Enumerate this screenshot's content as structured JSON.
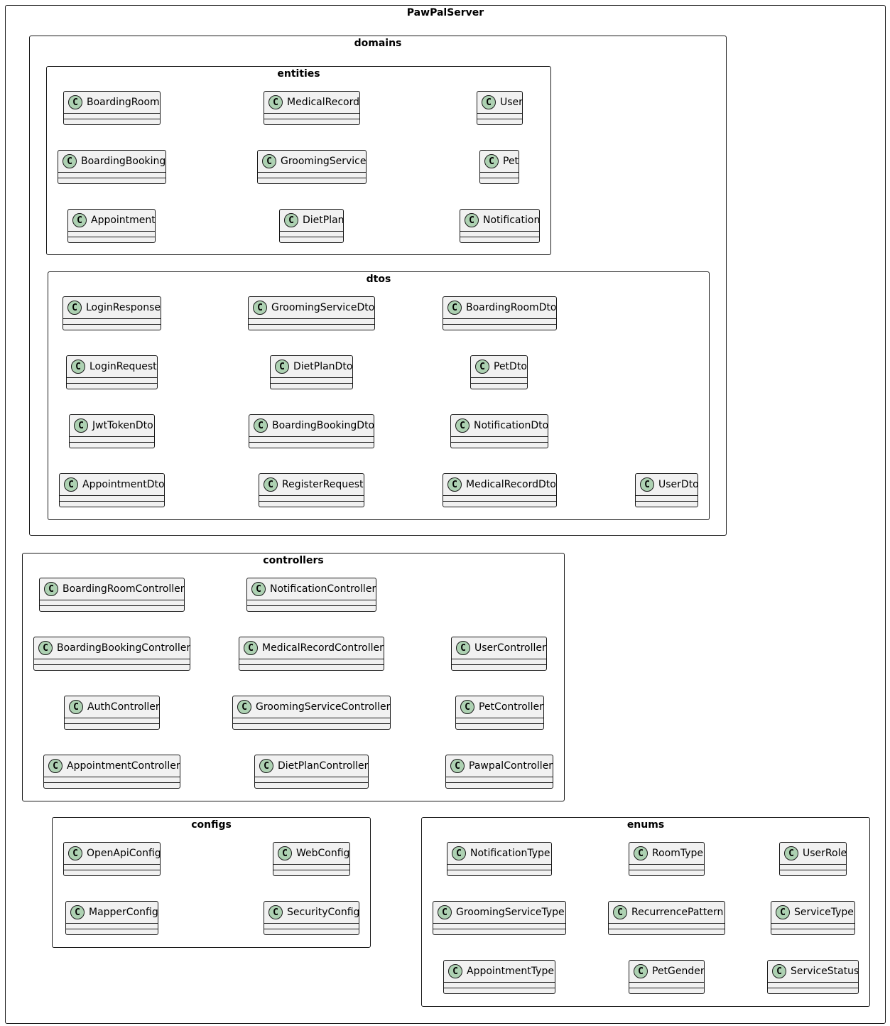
{
  "diagram": {
    "root_title": "PawPalServer",
    "class_glyph": "C",
    "packages": {
      "domains": "domains",
      "entities": "entities",
      "dtos": "dtos",
      "controllers": "controllers",
      "configs": "configs",
      "enums": "enums"
    },
    "entities": [
      "BoardingRoom",
      "MedicalRecord",
      "User",
      "BoardingBooking",
      "GroomingService",
      "Pet",
      "Appointment",
      "DietPlan",
      "Notification"
    ],
    "dtos": [
      "LoginResponse",
      "GroomingServiceDto",
      "BoardingRoomDto",
      "LoginRequest",
      "DietPlanDto",
      "PetDto",
      "JwtTokenDto",
      "BoardingBookingDto",
      "NotificationDto",
      "AppointmentDto",
      "RegisterRequest",
      "MedicalRecordDto",
      "UserDto"
    ],
    "controllers": [
      "BoardingRoomController",
      "NotificationController",
      "BoardingBookingController",
      "MedicalRecordController",
      "UserController",
      "AuthController",
      "GroomingServiceController",
      "PetController",
      "AppointmentController",
      "DietPlanController",
      "PawpalController"
    ],
    "configs": [
      "OpenApiConfig",
      "WebConfig",
      "MapperConfig",
      "SecurityConfig"
    ],
    "enums": [
      "NotificationType",
      "RoomType",
      "UserRole",
      "GroomingServiceType",
      "RecurrencePattern",
      "ServiceType",
      "AppointmentType",
      "PetGender",
      "ServiceStatus"
    ],
    "colors": {
      "border": "#181818",
      "class_fill": "#f1f1f1",
      "badge_fill": "#add1b2",
      "background": "#ffffff"
    }
  }
}
